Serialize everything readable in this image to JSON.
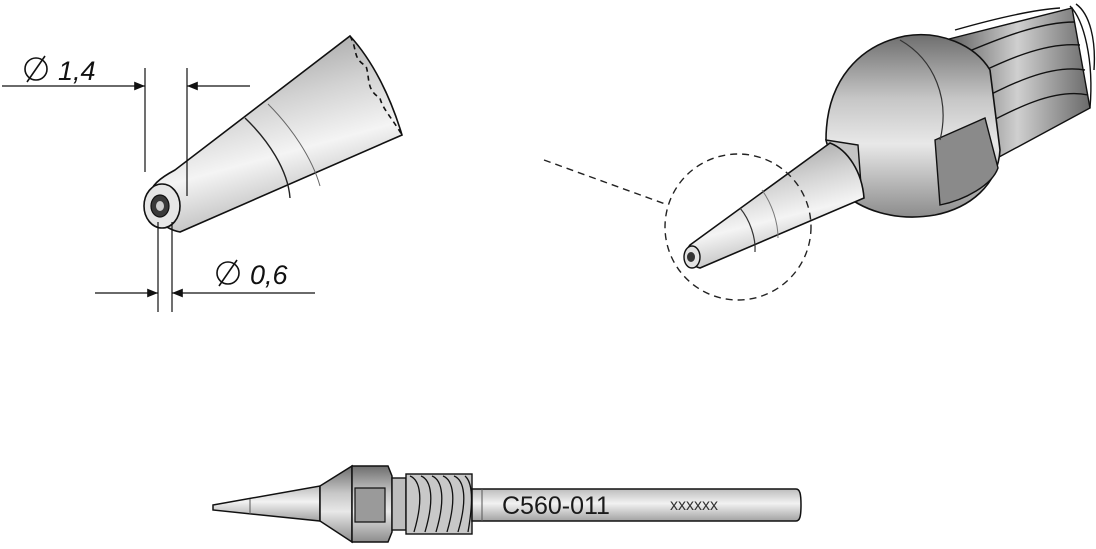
{
  "dimensions": {
    "outer_diameter": "1,4",
    "inner_diameter": "0,6"
  },
  "part": {
    "code": "C560-011",
    "serial": "xxxxxx"
  }
}
